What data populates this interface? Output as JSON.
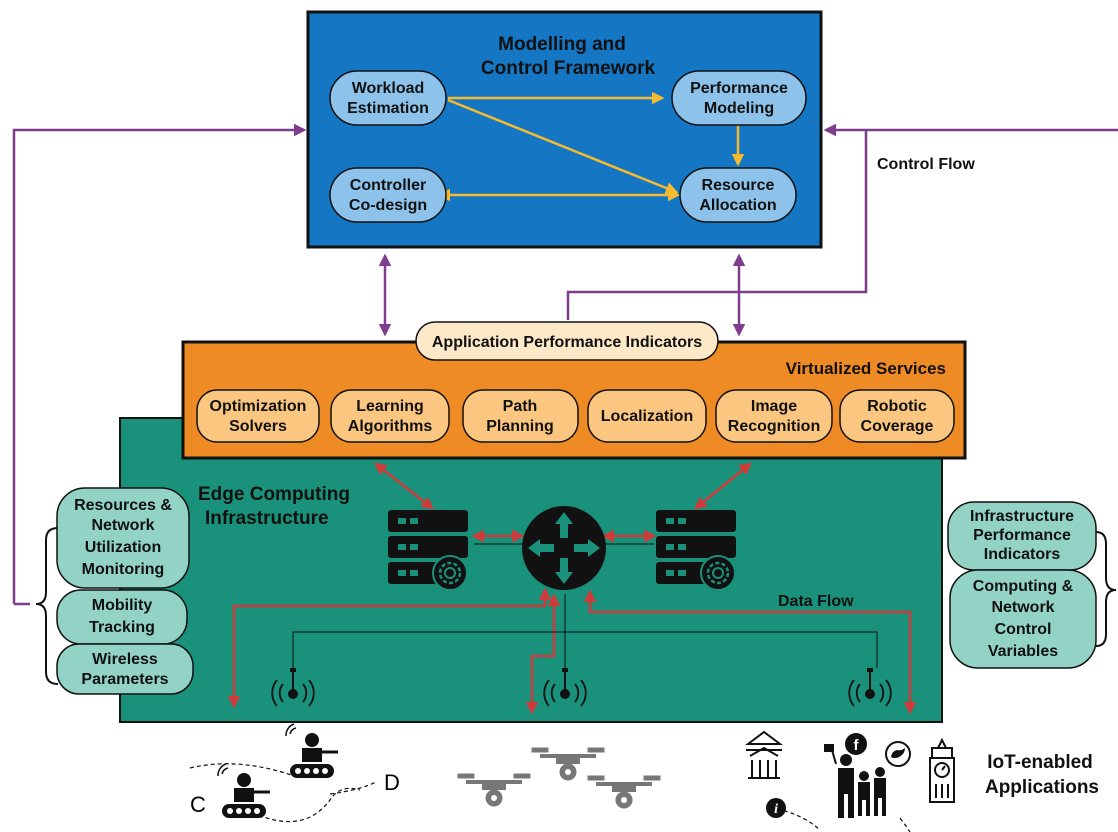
{
  "framework": {
    "title_line1": "Modelling and",
    "title_line2": "Control Framework",
    "nodes": [
      {
        "line1": "Workload",
        "line2": "Estimation"
      },
      {
        "line1": "Performance",
        "line2": "Modeling"
      },
      {
        "line1": "Controller",
        "line2": "Co-design"
      },
      {
        "line1": "Resource",
        "line2": "Allocation"
      }
    ]
  },
  "control_flow_label": "Control Flow",
  "data_flow_label": "Data Flow",
  "app_indicators_label": "Application Performance Indicators",
  "virtualized": {
    "title": "Virtualized Services",
    "services": [
      {
        "line1": "Optimization",
        "line2": "Solvers"
      },
      {
        "line1": "Learning",
        "line2": "Algorithms"
      },
      {
        "line1": "Path",
        "line2": "Planning"
      },
      {
        "line1": "Localization",
        "line2": ""
      },
      {
        "line1": "Image",
        "line2": "Recognition"
      },
      {
        "line1": "Robotic",
        "line2": "Coverage"
      }
    ]
  },
  "edge": {
    "title_line1": "Edge Computing",
    "title_line2": "Infrastructure"
  },
  "left_monitors": [
    {
      "lines": [
        "Resources &",
        "Network",
        "Utilization",
        "Monitoring"
      ]
    },
    {
      "lines": [
        "Mobility",
        "Tracking"
      ]
    },
    {
      "lines": [
        "Wireless",
        "Parameters"
      ]
    }
  ],
  "right_monitors": [
    {
      "lines": [
        "Infrastructure",
        "Performance",
        "Indicators"
      ]
    },
    {
      "lines": [
        "Computing &",
        "Network",
        "Control",
        "Variables"
      ]
    }
  ],
  "robots": {
    "label_c": "C",
    "label_d": "D"
  },
  "iot": {
    "line1": "IoT-enabled",
    "line2": "Applications"
  },
  "icons": [
    "server-icon",
    "router-icon",
    "antenna-icon",
    "robot-icon",
    "drone-icon",
    "temple-icon",
    "clock-tower-icon",
    "people-icon",
    "facebook-icon",
    "twitter-icon",
    "info-icon",
    "gear-icon"
  ],
  "colors": {
    "framework_blue": "#1576c4",
    "framework_node": "#8dc2ea",
    "virtual_orange": "#ef8b24",
    "service_fill": "#fbc680",
    "edge_green": "#1a917a",
    "monitor_fill": "#93d3c5",
    "control_purple": "#7e3d8e",
    "data_red": "#cf3a3a",
    "internal_yellow": "#f4bb30"
  }
}
